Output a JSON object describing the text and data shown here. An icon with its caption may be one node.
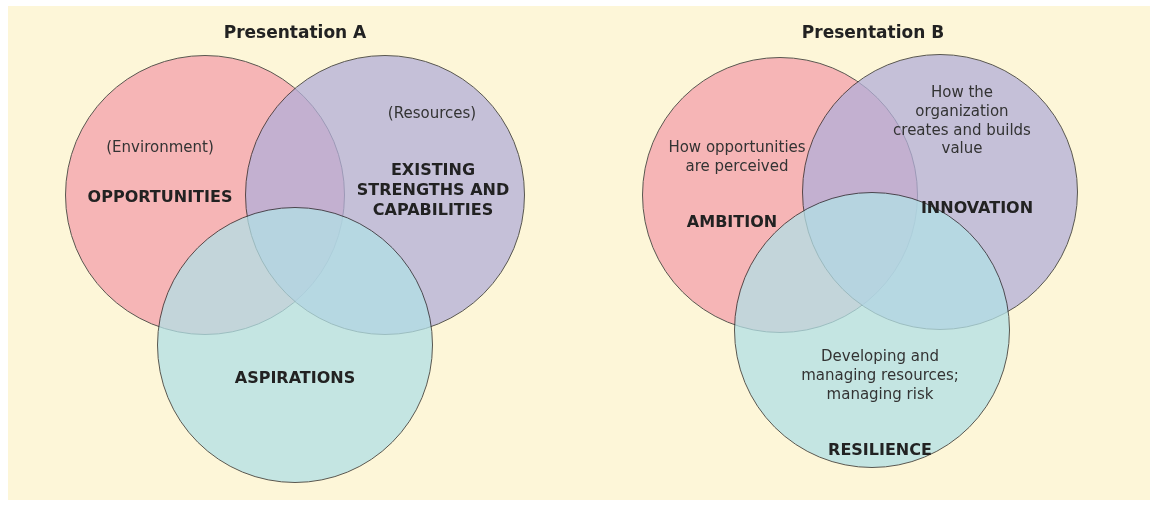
{
  "diagram": {
    "nodes": [
      {
        "text": [
          "(Environment)",
          "OPPORTUNITIES"
        ]
      },
      {
        "text": [
          "(Resources)",
          "EXISTING STRENGTHS AND CAPABILITIES"
        ]
      },
      {
        "text": [
          "ASPIRATIONS"
        ]
      },
      {
        "text": [
          "How opportunities are perceived",
          "AMBITION"
        ]
      },
      {
        "text": [
          "How the organization creates and builds value",
          "INNOVATION"
        ]
      },
      {
        "text": [
          "Developing and managing resources; managing risk",
          "RESILIENCE"
        ]
      }
    ],
    "edges": [],
    "labels": [
      "Presentation A",
      "Presentation B"
    ]
  }
}
